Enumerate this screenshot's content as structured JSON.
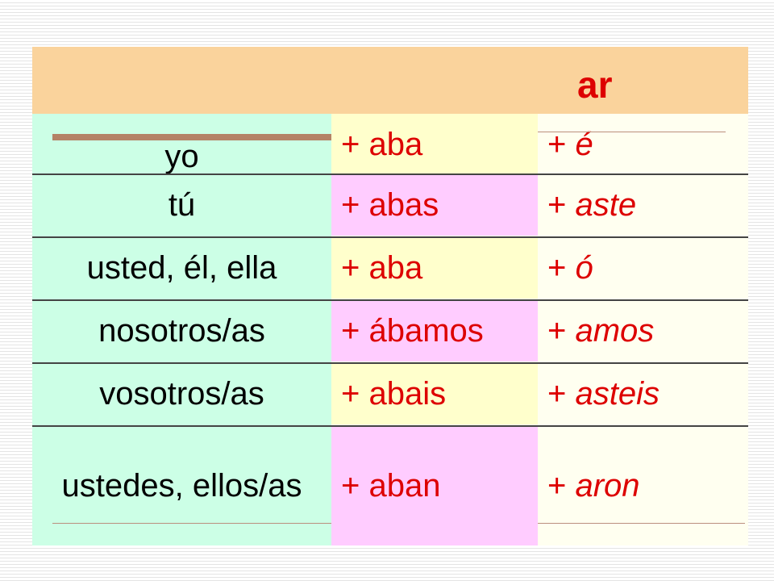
{
  "table": {
    "header": "ar",
    "rows": [
      {
        "pronoun": "yo",
        "imperfect": "+ aba",
        "preterite_plus": "+ ",
        "preterite": "é"
      },
      {
        "pronoun": "tú",
        "imperfect": "+ abas",
        "preterite_plus": "+ ",
        "preterite": "aste"
      },
      {
        "pronoun": "usted, él, ella",
        "imperfect": "+ aba",
        "preterite_plus": "+ ",
        "preterite": "ó"
      },
      {
        "pronoun": "nosotros/as",
        "imperfect": "+ ábamos",
        "preterite_plus": "+ ",
        "preterite": "amos"
      },
      {
        "pronoun": "vosotros/as",
        "imperfect": "+ abais",
        "preterite_plus": "+ ",
        "preterite": "asteis"
      },
      {
        "pronoun": "ustedes, ellos/as",
        "imperfect": "+ aban",
        "preterite_plus": "+ ",
        "preterite": "aron"
      }
    ]
  },
  "colors": {
    "header_bg": "#fad39c",
    "accent_red": "#dd0000",
    "pronoun_bg": "#ccffe6",
    "imperfect_yellow": "#ffffcc",
    "imperfect_pink": "#ffccff",
    "preterite_bg": "#fffff0"
  }
}
